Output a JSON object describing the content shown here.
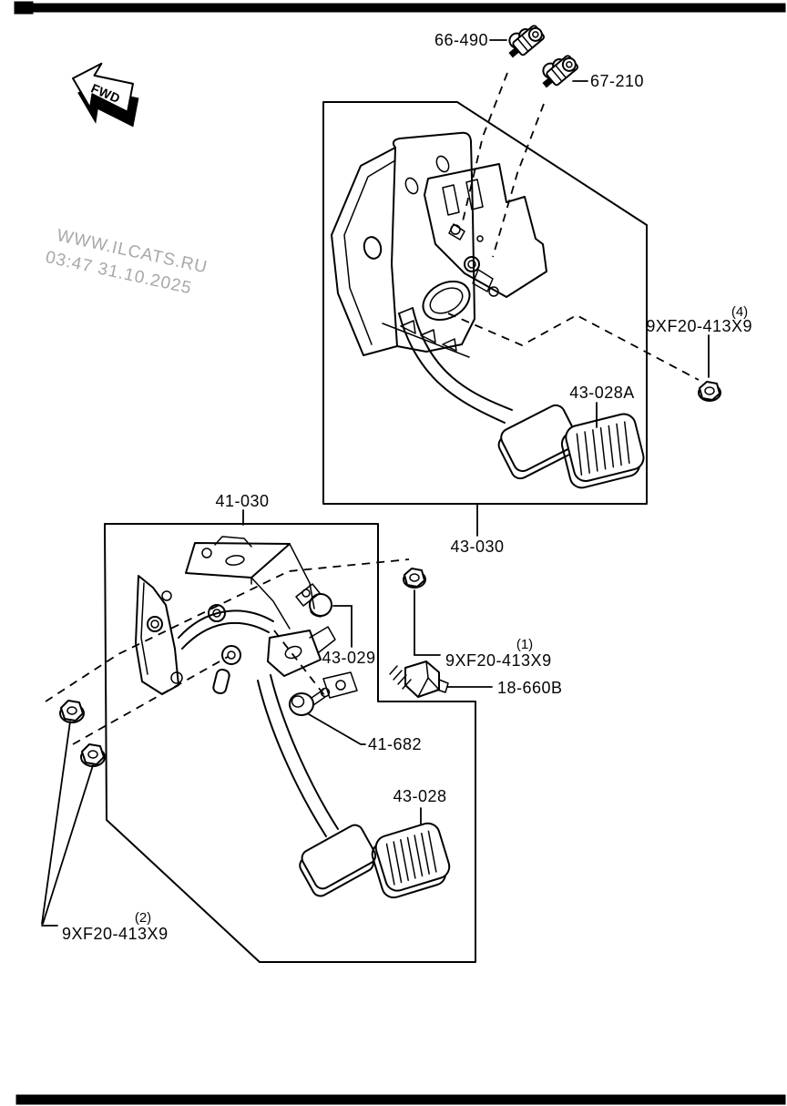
{
  "watermark": {
    "line1": "WWW.ILCATS.RU",
    "line2": "03:47 31.10.2025"
  },
  "fwd": {
    "label": "FWD"
  },
  "labels": {
    "switch_66490": "66-490",
    "switch_67210": "67-210",
    "nut_top_qty": "(4)",
    "nut_top_code": "9XF20-413X9",
    "pad_brake": "43-028A",
    "assy_brake": "43-030",
    "assy_clutch": "41-030",
    "cap": "43-029",
    "nut_mid_qty": "(1)",
    "nut_mid_code": "9XF20-413X9",
    "switch_18660b": "18-660B",
    "pin": "41-682",
    "pad_clutch": "43-028",
    "nut_bottom_qty": "(2)",
    "nut_bottom_code": "9XF20-413X9"
  }
}
